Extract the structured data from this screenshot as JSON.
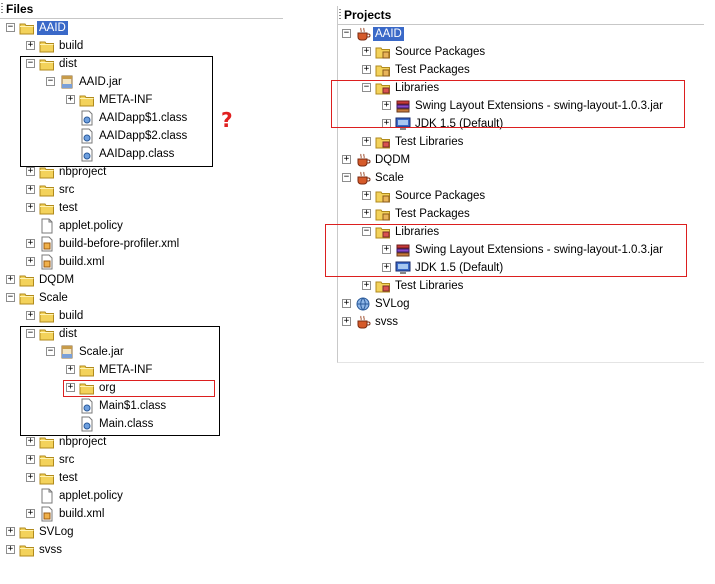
{
  "files": {
    "title": "Files",
    "question_mark": "?",
    "rows": [
      {
        "label": "AAID",
        "depth": 0,
        "expander": "minus",
        "icon": "folder",
        "selected": true
      },
      {
        "label": "build",
        "depth": 1,
        "expander": "plus",
        "icon": "folder"
      },
      {
        "label": "dist",
        "depth": 1,
        "expander": "minus",
        "icon": "folder"
      },
      {
        "label": "AAID.jar",
        "depth": 2,
        "expander": "minus",
        "icon": "jar"
      },
      {
        "label": "META-INF",
        "depth": 3,
        "expander": "plus",
        "icon": "folder"
      },
      {
        "label": "AAIDapp$1.class",
        "depth": 3,
        "expander": "none",
        "icon": "class"
      },
      {
        "label": "AAIDapp$2.class",
        "depth": 3,
        "expander": "none",
        "icon": "class"
      },
      {
        "label": "AAIDapp.class",
        "depth": 3,
        "expander": "none",
        "icon": "class"
      },
      {
        "label": "nbproject",
        "depth": 1,
        "expander": "plus",
        "icon": "folder"
      },
      {
        "label": "src",
        "depth": 1,
        "expander": "plus",
        "icon": "folder"
      },
      {
        "label": "test",
        "depth": 1,
        "expander": "plus",
        "icon": "folder"
      },
      {
        "label": "applet.policy",
        "depth": 1,
        "expander": "none",
        "icon": "file"
      },
      {
        "label": "build-before-profiler.xml",
        "depth": 1,
        "expander": "plus",
        "icon": "xml"
      },
      {
        "label": "build.xml",
        "depth": 1,
        "expander": "plus",
        "icon": "xml"
      },
      {
        "label": "DQDM",
        "depth": 0,
        "expander": "plus",
        "icon": "folder"
      },
      {
        "label": "Scale",
        "depth": 0,
        "expander": "minus",
        "icon": "folder"
      },
      {
        "label": "build",
        "depth": 1,
        "expander": "plus",
        "icon": "folder"
      },
      {
        "label": "dist",
        "depth": 1,
        "expander": "minus",
        "icon": "folder"
      },
      {
        "label": "Scale.jar",
        "depth": 2,
        "expander": "minus",
        "icon": "jar"
      },
      {
        "label": "META-INF",
        "depth": 3,
        "expander": "plus",
        "icon": "folder"
      },
      {
        "label": "org",
        "depth": 3,
        "expander": "plus",
        "icon": "folder"
      },
      {
        "label": "Main$1.class",
        "depth": 3,
        "expander": "none",
        "icon": "class"
      },
      {
        "label": "Main.class",
        "depth": 3,
        "expander": "none",
        "icon": "class"
      },
      {
        "label": "nbproject",
        "depth": 1,
        "expander": "plus",
        "icon": "folder"
      },
      {
        "label": "src",
        "depth": 1,
        "expander": "plus",
        "icon": "folder"
      },
      {
        "label": "test",
        "depth": 1,
        "expander": "plus",
        "icon": "folder"
      },
      {
        "label": "applet.policy",
        "depth": 1,
        "expander": "none",
        "icon": "file"
      },
      {
        "label": "build.xml",
        "depth": 1,
        "expander": "plus",
        "icon": "xml"
      },
      {
        "label": "SVLog",
        "depth": 0,
        "expander": "plus",
        "icon": "folder"
      },
      {
        "label": "svss",
        "depth": 0,
        "expander": "plus",
        "icon": "folder"
      }
    ]
  },
  "projects": {
    "title": "Projects",
    "rows": [
      {
        "label": "AAID",
        "depth": 0,
        "expander": "minus",
        "icon": "cup",
        "selected": true
      },
      {
        "label": "Source Packages",
        "depth": 1,
        "expander": "plus",
        "icon": "pkgfolder"
      },
      {
        "label": "Test Packages",
        "depth": 1,
        "expander": "plus",
        "icon": "pkgfolder"
      },
      {
        "label": "Libraries",
        "depth": 1,
        "expander": "minus",
        "icon": "libfolder"
      },
      {
        "label": "Swing Layout Extensions - swing-layout-1.0.3.jar",
        "depth": 2,
        "expander": "plus",
        "icon": "books"
      },
      {
        "label": "JDK 1.5 (Default)",
        "depth": 2,
        "expander": "plus",
        "icon": "jdk"
      },
      {
        "label": "Test Libraries",
        "depth": 1,
        "expander": "plus",
        "icon": "libfolder"
      },
      {
        "label": "DQDM",
        "depth": 0,
        "expander": "plus",
        "icon": "cup"
      },
      {
        "label": "Scale",
        "depth": 0,
        "expander": "minus",
        "icon": "cup"
      },
      {
        "label": "Source Packages",
        "depth": 1,
        "expander": "plus",
        "icon": "pkgfolder"
      },
      {
        "label": "Test Packages",
        "depth": 1,
        "expander": "plus",
        "icon": "pkgfolder"
      },
      {
        "label": "Libraries",
        "depth": 1,
        "expander": "minus",
        "icon": "libfolder"
      },
      {
        "label": "Swing Layout Extensions - swing-layout-1.0.3.jar",
        "depth": 2,
        "expander": "plus",
        "icon": "books"
      },
      {
        "label": "JDK 1.5 (Default)",
        "depth": 2,
        "expander": "plus",
        "icon": "jdk"
      },
      {
        "label": "Test Libraries",
        "depth": 1,
        "expander": "plus",
        "icon": "libfolder"
      },
      {
        "label": "SVLog",
        "depth": 0,
        "expander": "plus",
        "icon": "globe"
      },
      {
        "label": "svss",
        "depth": 0,
        "expander": "plus",
        "icon": "cup"
      }
    ]
  },
  "colors": {
    "selection": "#3a69c8",
    "highlight_red": "#dc1f1f",
    "highlight_black": "#000000",
    "folder": "#f3d25b"
  }
}
